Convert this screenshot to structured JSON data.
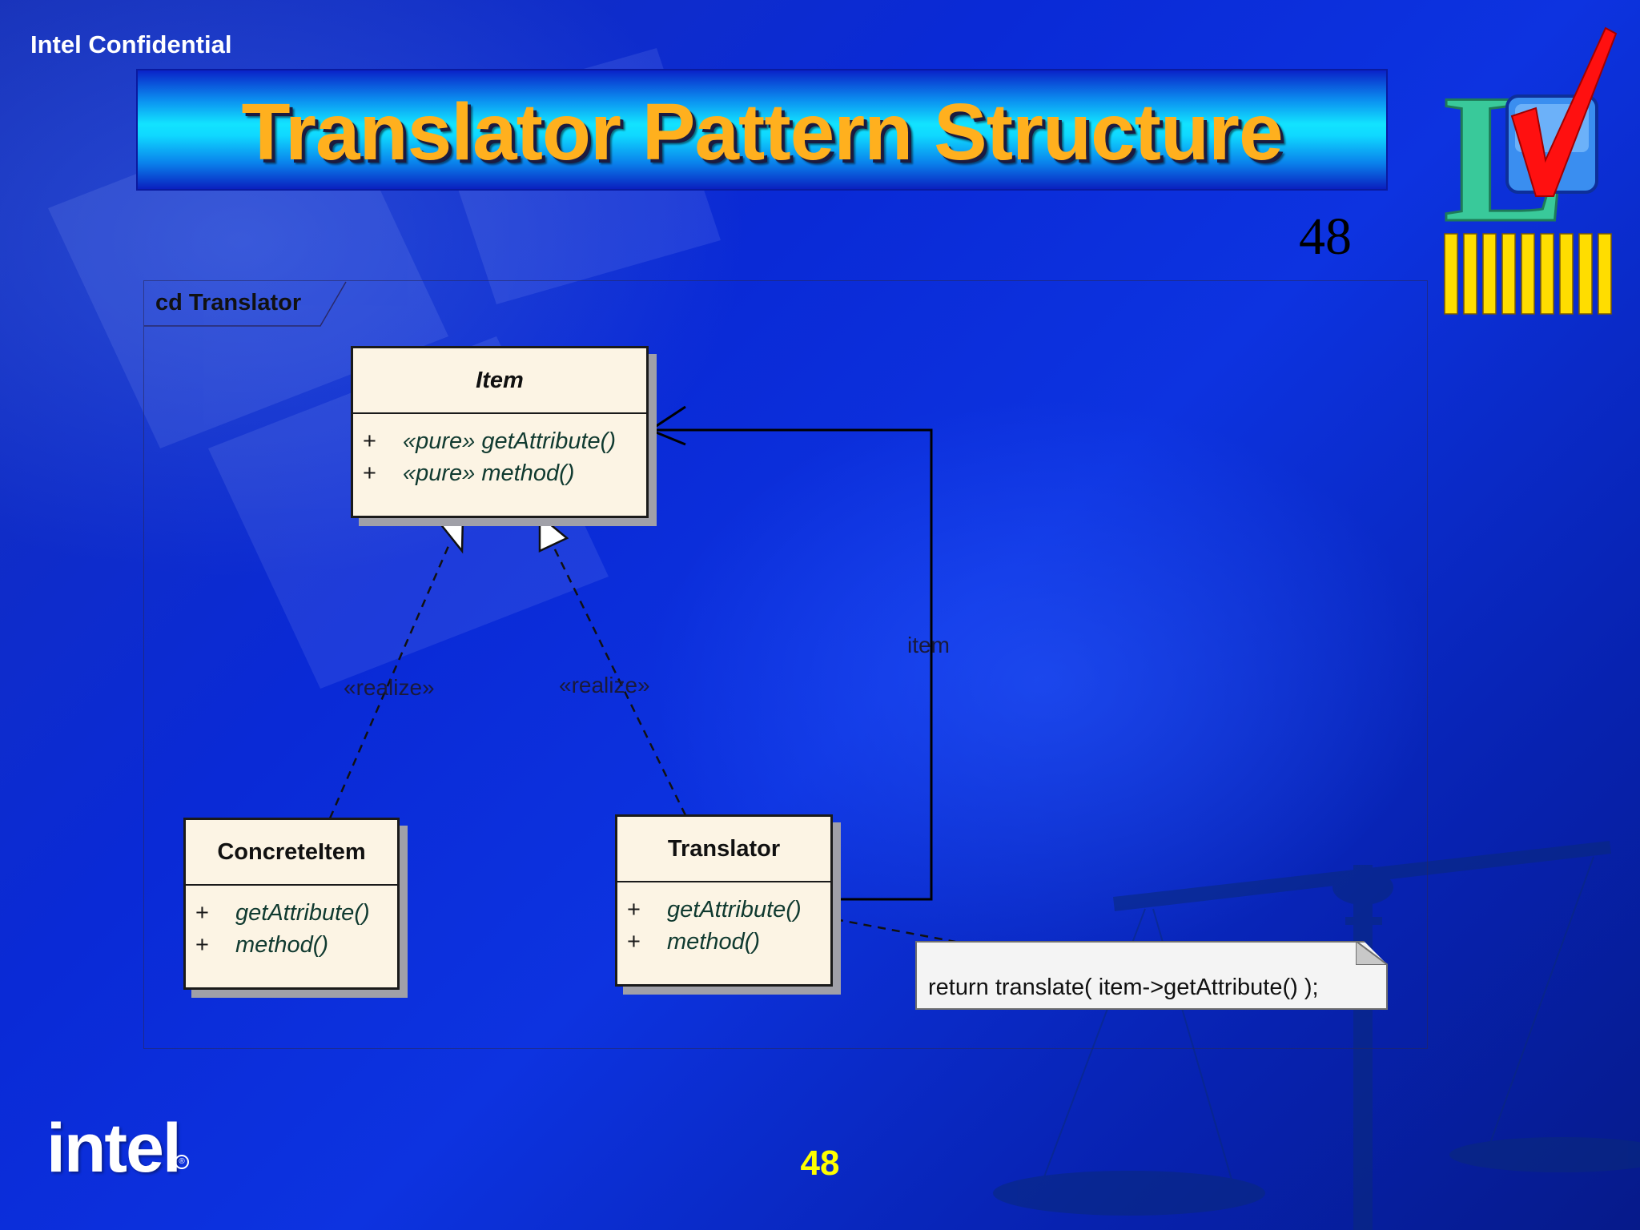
{
  "header": {
    "confidential": "Intel Confidential",
    "title": "Translator Pattern Structure",
    "page_number_top": "48"
  },
  "frame": {
    "label": "cd Translator"
  },
  "classes": {
    "item": {
      "name": "Item",
      "ops": [
        {
          "visibility": "+",
          "signature": "«pure» getAttribute()"
        },
        {
          "visibility": "+",
          "signature": "«pure» method()"
        }
      ]
    },
    "concrete_item": {
      "name": "ConcreteItem",
      "ops": [
        {
          "visibility": "+",
          "signature": "getAttribute()"
        },
        {
          "visibility": "+",
          "signature": "method()"
        }
      ]
    },
    "translator": {
      "name": "Translator",
      "ops": [
        {
          "visibility": "+",
          "signature": "getAttribute()"
        },
        {
          "visibility": "+",
          "signature": "method()"
        }
      ]
    }
  },
  "relations": {
    "realize_left": "«realize»",
    "realize_right": "«realize»",
    "association": "item"
  },
  "note": {
    "text": "return translate( item->getAttribute() );"
  },
  "footer": {
    "brand": "intel",
    "page_number_bottom": "48"
  },
  "colors": {
    "title_text": "#ffb01e",
    "page_number_bottom": "#ffff00",
    "class_fill": "#fcf4e4"
  }
}
